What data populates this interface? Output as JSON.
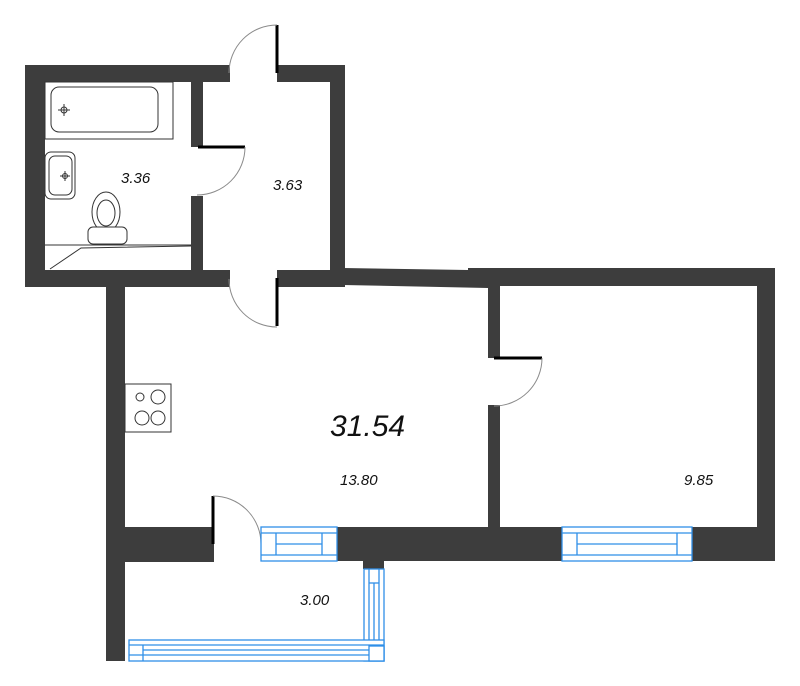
{
  "plan": {
    "total_area": "31.54",
    "rooms": [
      {
        "id": "bathroom",
        "area": "3.36"
      },
      {
        "id": "hallway",
        "area": "3.63"
      },
      {
        "id": "kitchen-living",
        "area": "13.80"
      },
      {
        "id": "bedroom",
        "area": "9.85"
      },
      {
        "id": "balcony",
        "area": "3.00"
      }
    ],
    "colors": {
      "wall": "#3d3d3d",
      "window": "#2f8fe8",
      "door_arc": "#8a8a8a",
      "background": "#ffffff"
    },
    "fixtures": [
      "bathtub",
      "washbasin",
      "toilet",
      "stove"
    ]
  }
}
